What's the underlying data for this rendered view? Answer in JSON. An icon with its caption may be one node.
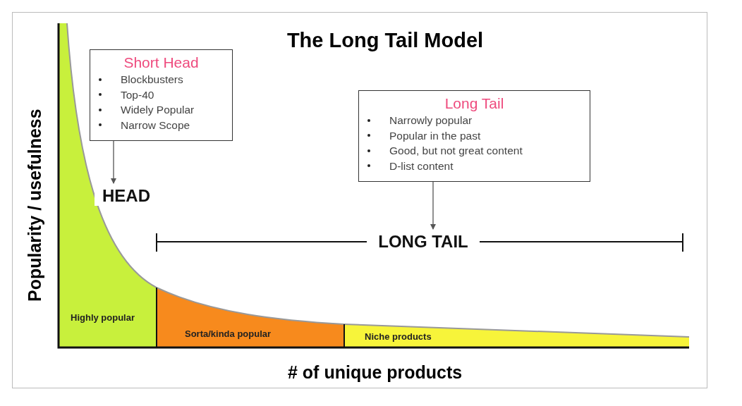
{
  "diagram": {
    "title": "The Long Tail Model",
    "nodes": [
      {
        "text": [
          "Short Head",
          "Blockbusters",
          "Top-40",
          "Widely Popular",
          "Narrow Scope"
        ]
      },
      {
        "text": [
          "HEAD"
        ]
      },
      {
        "text": [
          "Long Tail",
          "Narrowly popular",
          "Popular in the past",
          "Good, but not great content",
          "D-list content"
        ]
      },
      {
        "text": [
          "LONG TAIL"
        ]
      }
    ],
    "edges": [
      {
        "from": 0,
        "to": 1,
        "arrow": "to"
      },
      {
        "from": 2,
        "to": 3,
        "arrow": "to"
      }
    ],
    "labels": [
      "Popularity / usefulness",
      "Highly popular",
      "Sorta/kinda popular",
      "Niche products",
      "# of unique products"
    ]
  }
}
